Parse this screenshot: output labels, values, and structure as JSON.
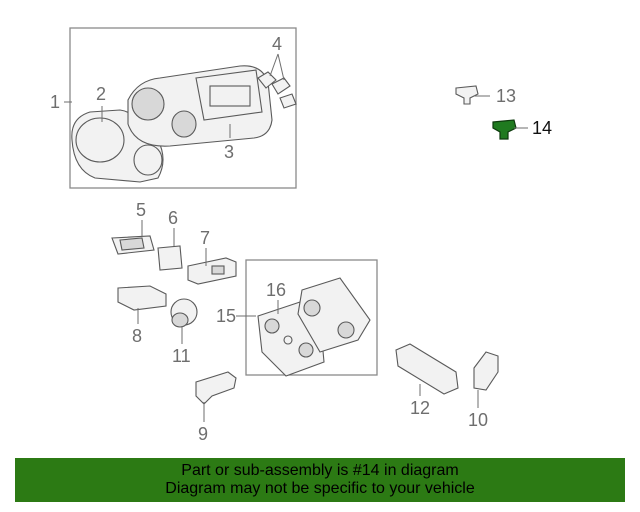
{
  "callouts": {
    "c1": "1",
    "c2": "2",
    "c3": "3",
    "c4": "4",
    "c5": "5",
    "c6": "6",
    "c7": "7",
    "c8": "8",
    "c9": "9",
    "c10": "10",
    "c11": "11",
    "c12": "12",
    "c13": "13",
    "c14": "14",
    "c15": "15",
    "c16": "16"
  },
  "highlight": {
    "part": "14",
    "color": "#1f7a1f"
  },
  "footer": {
    "line1": "Part or sub-assembly is #14 in diagram",
    "line2": "Diagram may not be specific to your vehicle",
    "color": "#2c7a14"
  }
}
